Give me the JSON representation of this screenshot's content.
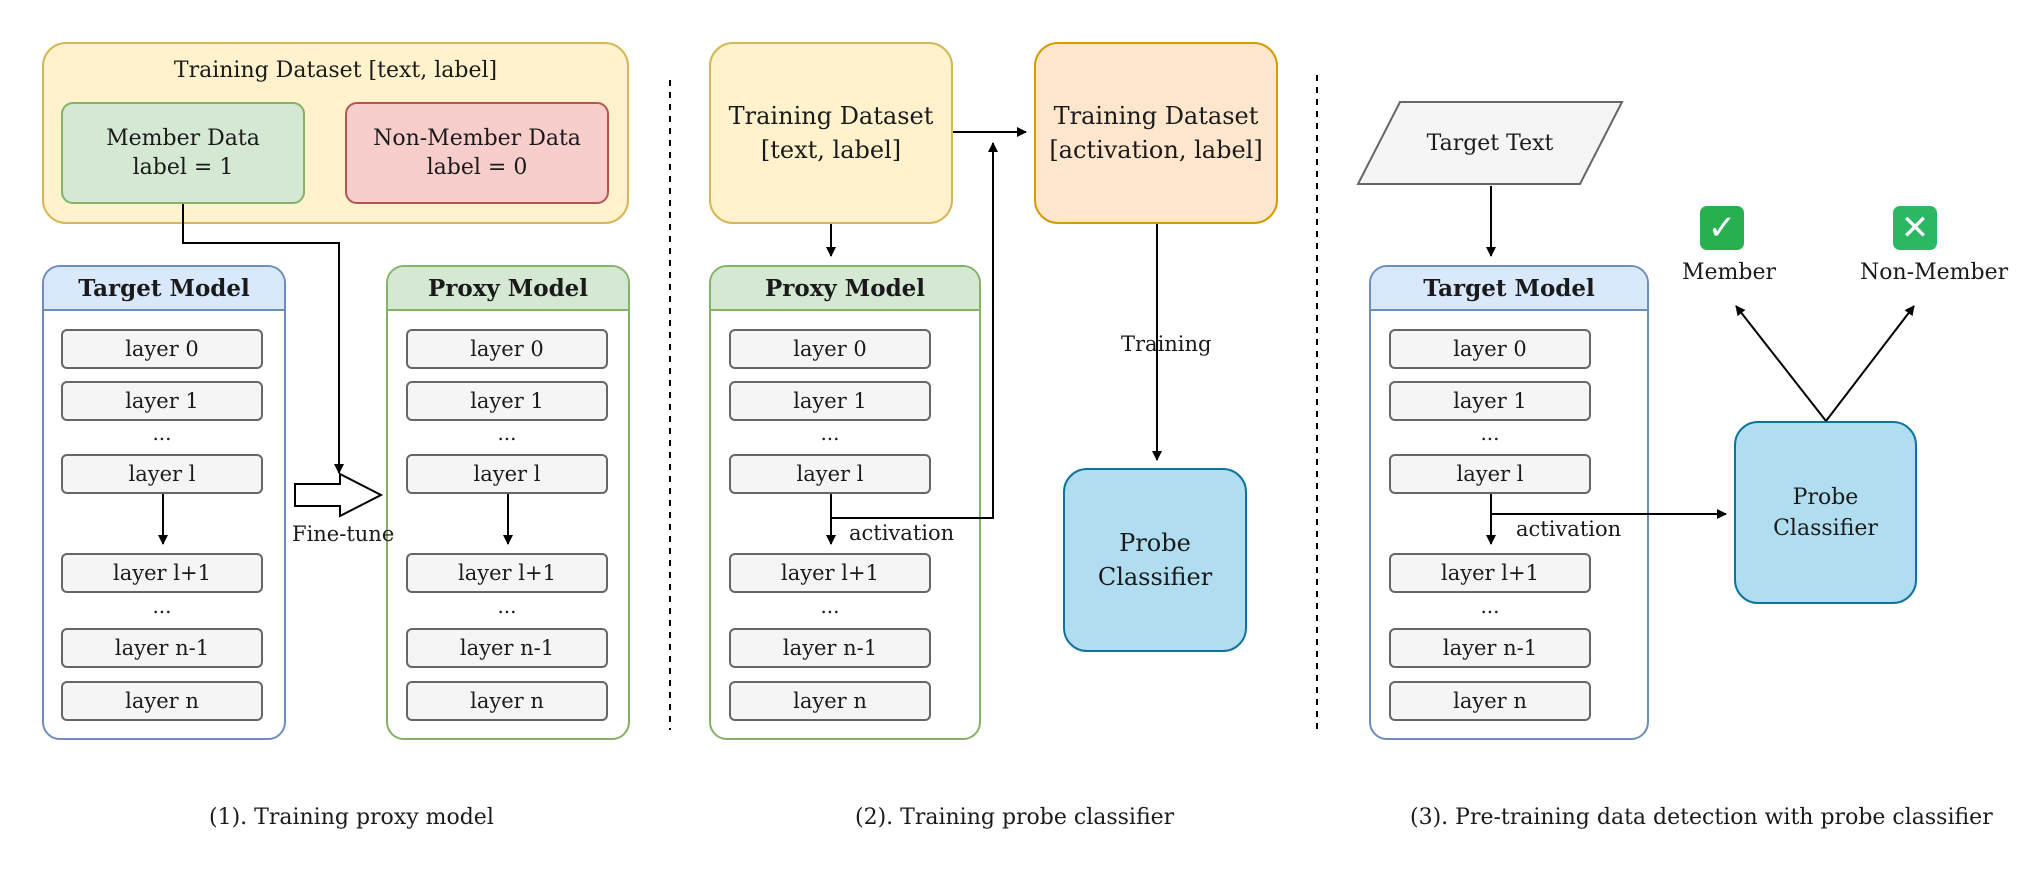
{
  "panel1": {
    "dataset_title": "Training Dataset [text, label]",
    "member": {
      "line1": "Member Data",
      "line2": "label = 1"
    },
    "nonmember": {
      "line1": "Non-Member Data",
      "line2": "label = 0"
    },
    "target_model": "Target Model",
    "proxy_model": "Proxy Model",
    "finetune_label": "Fine-tune",
    "caption": "(1). Training proxy model"
  },
  "panel2": {
    "dataset_text": {
      "line1": "Training Dataset",
      "line2": "[text, label]"
    },
    "dataset_activation": {
      "line1": "Training Dataset",
      "line2": "[activation, label]"
    },
    "proxy_model": "Proxy Model",
    "activation_label": "activation",
    "training_label": "Training",
    "probe": {
      "line1": "Probe",
      "line2": "Classifier"
    },
    "caption": "(2). Training probe classifier"
  },
  "panel3": {
    "target_text": "Target Text",
    "target_model": "Target Model",
    "activation_label": "activation",
    "probe": {
      "line1": "Probe",
      "line2": "Classifier"
    },
    "member_label": "Member",
    "nonmember_label": "Non-Member",
    "member_icon": "check-mark-button-icon",
    "nonmember_icon": "cross-mark-button-icon",
    "caption": "(3). Pre-training data detection with probe classifier"
  },
  "layers": {
    "l0": "layer 0",
    "l1": "layer 1",
    "ellipsis": "...",
    "ll": "layer l",
    "llp1": "layer l+1",
    "ln1": "layer n-1",
    "ln": "layer n"
  },
  "colors": {
    "yellow_fill": "#fff2cc",
    "green_fill": "#d5e8d4",
    "red_fill": "#f8cecc",
    "orange_fill": "#ffe6cc",
    "blue_fill": "#b1ddf0",
    "header_blue": "#dae8fc"
  }
}
